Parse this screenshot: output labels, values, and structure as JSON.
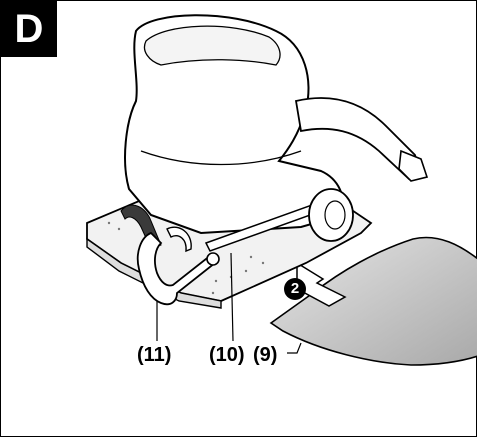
{
  "panel_label": "D",
  "callouts": {
    "part_11": "(11)",
    "part_10": "(10)",
    "part_9": "(9)"
  },
  "step_marker": "2",
  "colors": {
    "line": "#000000",
    "sheet_fill": "#cfcfcf",
    "body_fill": "#ffffff",
    "dark_part": "#3a3a3a"
  }
}
